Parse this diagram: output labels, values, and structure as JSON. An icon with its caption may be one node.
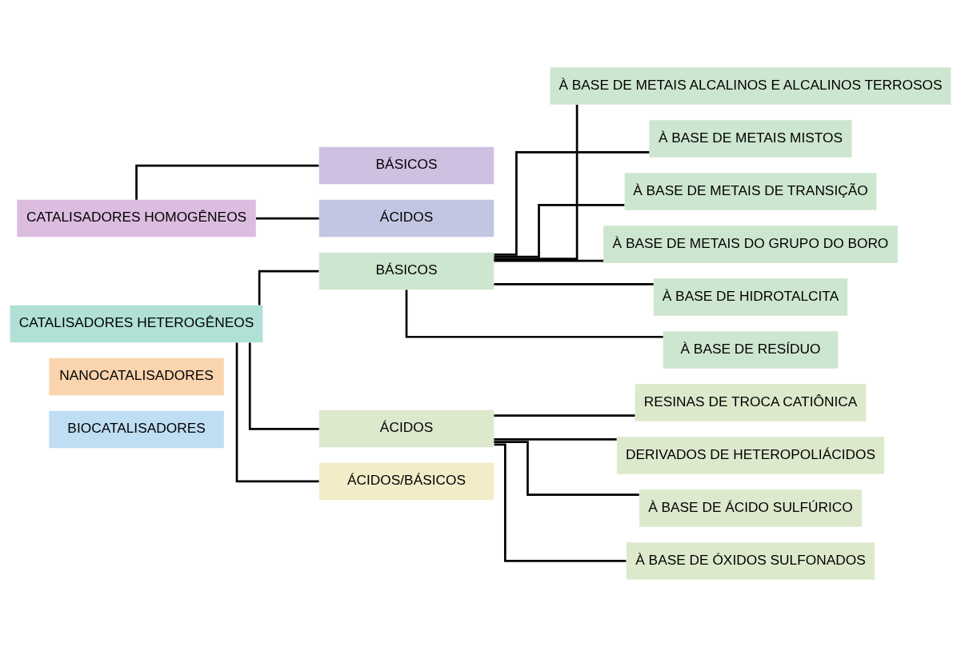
{
  "diagram": {
    "nodes": [
      {
        "text": [
          "CATALISADORES HOMOGÊNEOS"
        ]
      },
      {
        "text": [
          "BÁSICOS"
        ]
      },
      {
        "text": [
          "ÁCIDOS"
        ]
      },
      {
        "text": [
          "CATALISADORES HETEROGÊNEOS"
        ]
      },
      {
        "text": [
          "BÁSICOS"
        ]
      },
      {
        "text": [
          "À BASE DE METAIS ALCALINOS E ALCALINOS TERROSOS"
        ]
      },
      {
        "text": [
          "À BASE DE METAIS MISTOS"
        ]
      },
      {
        "text": [
          "À BASE DE METAIS DE TRANSIÇÃO"
        ]
      },
      {
        "text": [
          "À BASE DE METAIS DO GRUPO DO BORO"
        ]
      },
      {
        "text": [
          "À BASE DE HIDROTALCITA"
        ]
      },
      {
        "text": [
          "À BASE DE RESÍDUO"
        ]
      },
      {
        "text": [
          "ÁCIDOS"
        ]
      },
      {
        "text": [
          "RESINAS DE TROCA CATIÔNICA"
        ]
      },
      {
        "text": [
          "DERIVADOS DE HETEROPOLIÁCIDOS"
        ]
      },
      {
        "text": [
          "À BASE DE ÁCIDO SULFÚRICO"
        ]
      },
      {
        "text": [
          "À BASE DE ÓXIDOS SULFONADOS"
        ]
      },
      {
        "text": [
          "ÁCIDOS/BÁSICOS"
        ]
      },
      {
        "text": [
          "NANOCATALISADORES"
        ]
      },
      {
        "text": [
          "BIOCATALISADORES"
        ]
      }
    ],
    "edges": [
      {
        "from": 0,
        "to": 1,
        "arrow": "none"
      },
      {
        "from": 0,
        "to": 2,
        "arrow": "none"
      },
      {
        "from": 3,
        "to": 4,
        "arrow": "none"
      },
      {
        "from": 3,
        "to": 11,
        "arrow": "none"
      },
      {
        "from": 3,
        "to": 16,
        "arrow": "none"
      },
      {
        "from": 4,
        "to": 5,
        "arrow": "none"
      },
      {
        "from": 4,
        "to": 6,
        "arrow": "none"
      },
      {
        "from": 4,
        "to": 7,
        "arrow": "none"
      },
      {
        "from": 4,
        "to": 8,
        "arrow": "none"
      },
      {
        "from": 4,
        "to": 9,
        "arrow": "none"
      },
      {
        "from": 4,
        "to": 10,
        "arrow": "none"
      },
      {
        "from": 11,
        "to": 12,
        "arrow": "none"
      },
      {
        "from": 11,
        "to": 13,
        "arrow": "none"
      },
      {
        "from": 11,
        "to": 14,
        "arrow": "none"
      },
      {
        "from": 11,
        "to": 15,
        "arrow": "none"
      }
    ]
  }
}
